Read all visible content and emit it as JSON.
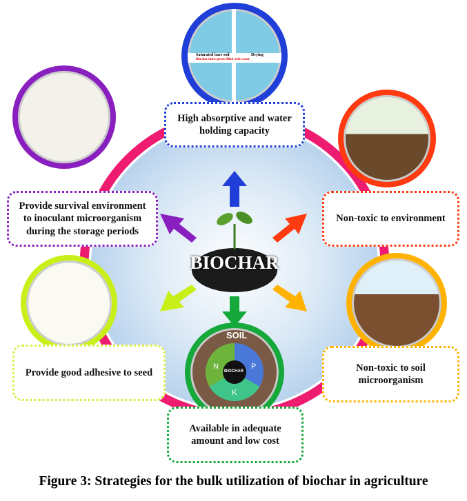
{
  "center": {
    "label": "BIOCHAR"
  },
  "strategies": [
    {
      "label": "High absorptive and water holding capacity",
      "color": "#1f3fd8",
      "image_labels": [
        "Saturated bare soil",
        "Drying",
        "Biochar intra-pores filled with water"
      ]
    },
    {
      "label": "Non-toxic to environment",
      "color": "#ff3a10"
    },
    {
      "label": "Non-toxic to soil microorganism",
      "color": "#ffb300"
    },
    {
      "label": "Available in adequate amount and low cost",
      "color": "#15a83a",
      "image_labels": {
        "title": "SOIL",
        "n": "N",
        "p": "P",
        "k": "K",
        "core": "BIOCHAR"
      }
    },
    {
      "label": "Provide good adhesive to seed",
      "color": "#c8f018"
    },
    {
      "label": "Provide survival environment to inoculant microorganism during the storage periods",
      "color": "#8a1fc0"
    }
  ],
  "ring_color": "#ee1c70",
  "caption": "Figure 3: Strategies for the bulk utilization of biochar in agriculture"
}
